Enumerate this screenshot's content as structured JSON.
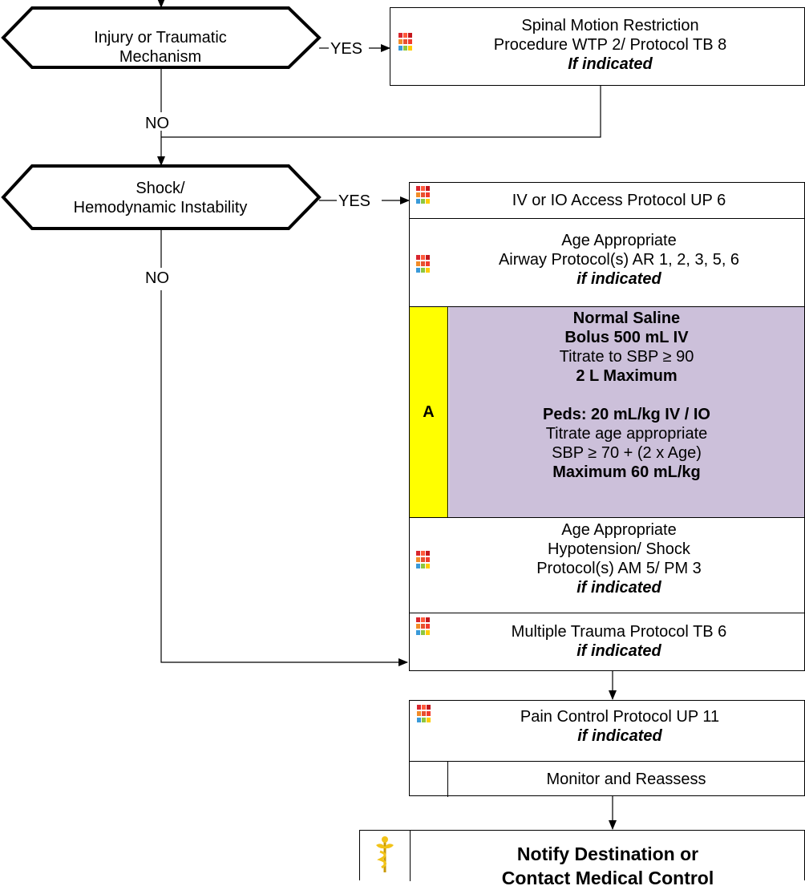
{
  "decisions": {
    "injury": {
      "lines": [
        "Injury or Traumatic",
        "Mechanism"
      ]
    },
    "shock": {
      "lines": [
        "Shock/",
        "Hemodynamic Instability"
      ]
    }
  },
  "labels": {
    "yes": "YES",
    "no": "NO"
  },
  "boxes": {
    "spinal": {
      "lines": [
        "Spinal Motion Restriction",
        "Procedure WTP 2/ Protocol TB 8"
      ],
      "emphasis": "If indicated",
      "icon": "protocol-grid-icon"
    },
    "iv_io": {
      "line": "IV or IO Access Protocol UP 6",
      "icon": "protocol-grid-icon"
    },
    "airway": {
      "lines": [
        "Age Appropriate",
        "Airway Protocol(s) AR 1, 2, 3, 5, 6"
      ],
      "emphasis": "if indicated",
      "icon": "protocol-grid-icon"
    },
    "saline": {
      "level": "A",
      "l1": "Normal Saline",
      "l2": "Bolus 500 mL IV",
      "l3": "Titrate to  SBP ≥  90",
      "l4": "2 L Maximum",
      "l5": "Peds: 20 mL/kg IV / IO",
      "l6": "Titrate age appropriate",
      "l7": "SBP ≥ 70 + (2 x Age)",
      "l8": "Maximum 60 mL/kg"
    },
    "hypotension": {
      "lines": [
        "Age Appropriate",
        "Hypotension/ Shock",
        "Protocol(s) AM 5/ PM 3"
      ],
      "emphasis": "if indicated",
      "icon": "protocol-grid-icon"
    },
    "trauma": {
      "line": "Multiple Trauma Protocol TB 6",
      "emphasis": "if indicated",
      "icon": "protocol-grid-icon"
    },
    "pain": {
      "line": "Pain Control Protocol UP 11",
      "emphasis": "if indicated",
      "icon": "protocol-grid-icon"
    },
    "monitor": {
      "line": "Monitor and Reassess"
    },
    "notify": {
      "lines": [
        "Notify Destination or",
        "Contact Medical Control"
      ],
      "icon": "caduceus-icon"
    }
  },
  "colors": {
    "level_a": "#ffff00",
    "shaded_box": "#ccc0da",
    "caduceus": "#f2c318"
  }
}
